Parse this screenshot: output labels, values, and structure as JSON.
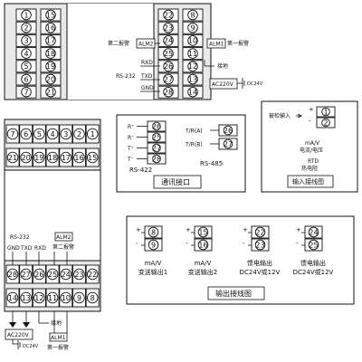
{
  "top_panel": {
    "left_terminals": [
      "1",
      "2",
      "3",
      "4",
      "5",
      "6",
      "7"
    ],
    "mid_terminals": [
      "15",
      "16",
      "17",
      "18",
      "19",
      "20",
      "21"
    ],
    "right_inner_terminals": [
      "22",
      "23",
      "24",
      "25",
      "26",
      "27",
      "28"
    ],
    "right_outer_terminals": [
      "8",
      "9",
      "10",
      "11",
      "12",
      "13",
      "14"
    ],
    "alm2_label": "ALM2",
    "alm2_text": "第二报警",
    "alm1_label": "ALM1",
    "alm1_text": "第一报警",
    "rs232_label": "RS-232",
    "rxd": "RXD",
    "txd": "TXD",
    "gnd": "GND",
    "ground_text": "接地",
    "ac_label": "AC220V",
    "dc_label": "DC24V"
  },
  "bottom_panel": {
    "top_row": [
      "7",
      "6",
      "5",
      "4",
      "3",
      "2",
      "1"
    ],
    "second_row": [
      "21",
      "20",
      "19",
      "18",
      "17",
      "16",
      "15"
    ],
    "third_row": [
      "28",
      "27",
      "26",
      "25",
      "24",
      "23",
      "22"
    ],
    "bottom_row": [
      "14",
      "13",
      "12",
      "11",
      "10",
      "9",
      "8"
    ],
    "rs232_label": "RS-232",
    "gnd": "GND",
    "txd": "TXD",
    "rxd": "RXD",
    "alm2_label": "ALM2",
    "alm2_text": "第二报警",
    "ground_text": "接地",
    "ac_label": "AC220V",
    "dc_label": "DC24V",
    "alm1_label": "ALM1",
    "alm1_text": "第一报警"
  },
  "comm_box": {
    "rs422_terms": [
      "26",
      "25",
      "27",
      "28"
    ],
    "rs422_pins": [
      "R⁺",
      "R⁻",
      "T⁺",
      "T⁻"
    ],
    "rs422_label": "RS-422",
    "rs485_terms": [
      "26",
      "27"
    ],
    "rs485_pins": [
      "T/R(A)",
      "T/R(B)"
    ],
    "rs485_label": "RS-485",
    "title": "通讯接口"
  },
  "input_box": {
    "plus": "+",
    "minus": "-",
    "terms": [
      "1",
      "2"
    ],
    "input_label": "被检输入",
    "ma_v": "mA/V",
    "current_voltage": "电流/电压",
    "rtd": "RTD",
    "rtd_cn": "热电阻",
    "title": "输入接线图"
  },
  "output_box": {
    "groups": [
      {
        "terms": [
          "8",
          "9"
        ],
        "line1": "mA/V",
        "line2": "变送输出1"
      },
      {
        "terms": [
          "15",
          "16"
        ],
        "line1": "mA/V",
        "line2": "变送输出2"
      },
      {
        "terms": [
          "22",
          "23"
        ],
        "line1": "馈电输出",
        "line2": "DC24V或12V"
      },
      {
        "terms": [
          "24",
          "25"
        ],
        "line1": "馈电输出",
        "line2": "DC24V或12V"
      }
    ],
    "plus": "+",
    "minus": "-",
    "title": "输出接线图"
  }
}
